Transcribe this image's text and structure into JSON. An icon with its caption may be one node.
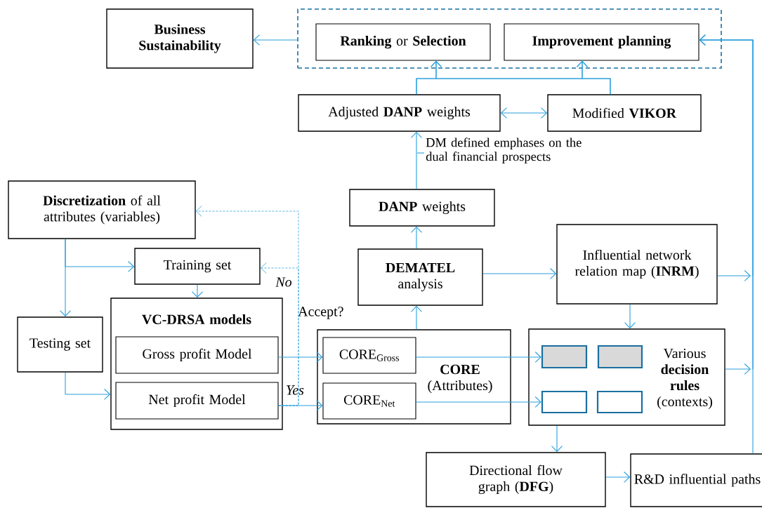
{
  "diagram": {
    "nodes": [
      {
        "text": [
          "Business Sustainability"
        ]
      },
      {
        "text": [],
        "shape": "box"
      },
      {
        "text": [
          "**Ranking** or **Selection**"
        ],
        "in": 1
      },
      {
        "text": [
          "Improvement planning"
        ],
        "in": 1
      },
      {
        "text": [
          "Adjusted **DANP** weights"
        ]
      },
      {
        "text": [
          "Modified **VIKOR**"
        ]
      },
      {
        "text": [
          "**DANP** weights"
        ]
      },
      {
        "text": [
          "**Discretization** of all attributes (variables)"
        ]
      },
      {
        "text": [
          "Training set"
        ]
      },
      {
        "text": [
          "**DEMATEL** analysis"
        ]
      },
      {
        "text": [
          "Influential network relation map (**INRM**)"
        ]
      },
      {
        "text": [
          "Testing set"
        ]
      },
      {
        "text": [
          "VC-DRSA models"
        ]
      },
      {
        "text": [
          "Gross profit Model"
        ],
        "in": 12
      },
      {
        "text": [
          "Net profit Model"
        ],
        "in": 12
      },
      {
        "text": [
          "**CORE** (Attributes)"
        ]
      },
      {
        "text": [
          "CORE$_{Gross}$"
        ],
        "in": 15
      },
      {
        "text": [
          "CORE$_{Net}$"
        ],
        "in": 15
      },
      {
        "text": [
          "Various **decision rules** (contexts)"
        ]
      },
      {
        "text": [],
        "shape": "box",
        "in": 18
      },
      {
        "text": [],
        "shape": "box",
        "in": 18
      },
      {
        "text": [],
        "shape": "box",
        "in": 18
      },
      {
        "text": [],
        "shape": "box",
        "in": 18
      },
      {
        "text": [
          "Directional flow graph (**DFG**)"
        ]
      },
      {
        "text": [
          "R&D influential paths"
        ]
      }
    ],
    "edges": [
      {
        "from": 1,
        "to": 0,
        "arrow": "to"
      },
      {
        "from": 4,
        "to": 2,
        "arrow": "to"
      },
      {
        "from": 4,
        "to": 3,
        "arrow": "to"
      },
      {
        "from": 5,
        "to": 2,
        "arrow": "to"
      },
      {
        "from": 5,
        "to": 3,
        "arrow": "to"
      },
      {
        "from": 4,
        "to": 5,
        "arrow": "both"
      },
      {
        "from": 6,
        "to": 4,
        "arrow": "to"
      },
      {
        "from": 9,
        "to": 6,
        "arrow": "to"
      },
      {
        "from": 15,
        "to": 9,
        "arrow": "to"
      },
      {
        "from": 9,
        "to": 10,
        "arrow": "to"
      },
      {
        "from": 10,
        "to": 18,
        "arrow": "to"
      },
      {
        "from": 7,
        "to": 8,
        "arrow": "to"
      },
      {
        "from": 7,
        "to": 11,
        "arrow": "to"
      },
      {
        "from": 8,
        "to": 12,
        "arrow": "to"
      },
      {
        "from": 11,
        "to": 12,
        "arrow": "to"
      },
      {
        "from": 13,
        "to": 16,
        "arrow": "to"
      },
      {
        "from": 14,
        "to": 17,
        "arrow": "to",
        "label": "Yes"
      },
      {
        "from": 14,
        "to": 7,
        "arrow": "to",
        "style": "dashed"
      },
      {
        "from": 14,
        "to": 8,
        "arrow": "to",
        "style": "dashed",
        "label": "No"
      },
      {
        "from": 16,
        "to": 19,
        "arrow": "to"
      },
      {
        "from": 17,
        "to": 21,
        "arrow": "to"
      },
      {
        "from": 18,
        "to": 23,
        "arrow": "to"
      },
      {
        "from": 23,
        "to": 24,
        "arrow": "to"
      },
      {
        "from": 10,
        "to": 3,
        "arrow": "to"
      },
      {
        "from": 18,
        "to": 3,
        "arrow": "to"
      },
      {
        "from": 24,
        "to": 3,
        "arrow": "to"
      }
    ],
    "labels": [
      "DM defined emphases on the dual financial prospects",
      "Accept?"
    ]
  }
}
